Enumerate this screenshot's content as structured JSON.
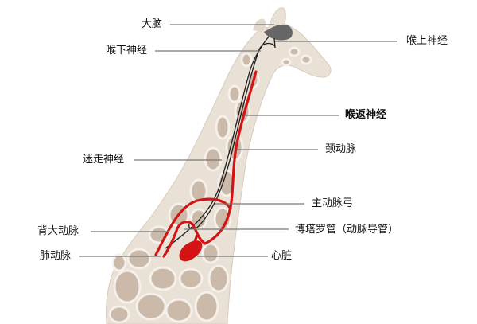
{
  "diagram": {
    "subject": "giraffe neck anatomy - recurrent laryngeal nerve",
    "colors": {
      "skin": "#e6dcd2",
      "patch": "#c9b6a6",
      "patch_border": "#f4efe9",
      "artery": "#d41414",
      "brain": "#6b6b6b",
      "nerve": "#222222",
      "leader_line": "#7a7a7a"
    },
    "labels": {
      "brain": "大脑",
      "superior_laryngeal_nerve": "喉上神经",
      "inferior_laryngeal_nerve": "喉下神经",
      "recurrent_laryngeal_nerve": "喉返神经",
      "carotid_artery": "颈动脉",
      "vagus_nerve": "迷走神经",
      "aortic_arch": "主动脉弓",
      "ductus_arteriosus": "博塔罗管（动脉导管）",
      "dorsal_aorta": "背大动脉",
      "pulmonary_artery": "肺动脉",
      "heart": "心脏"
    }
  }
}
